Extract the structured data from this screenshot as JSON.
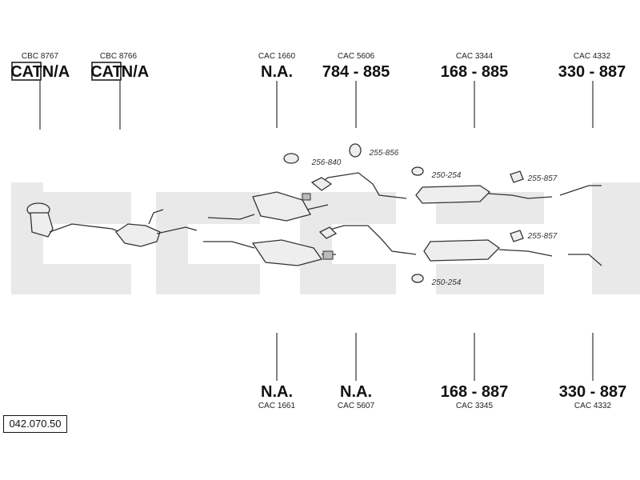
{
  "top_labels": [
    {
      "code": "CBC 8767",
      "value": "N/A",
      "badge": "CAT"
    },
    {
      "code": "CBC 8766",
      "value": "N/A",
      "badge": "CAT"
    },
    {
      "code": "CAC 1660",
      "value": "N.A."
    },
    {
      "code": "CAC 5606",
      "value": "784 - 885"
    },
    {
      "code": "CAC 3344",
      "value": "168 - 885"
    },
    {
      "code": "CAC 4332",
      "value": "330 - 887"
    }
  ],
  "bottom_labels": [
    {
      "code": "CAC 1661",
      "value": "N.A."
    },
    {
      "code": "CAC 5607",
      "value": "N.A."
    },
    {
      "code": "CAC 3345",
      "value": "168 - 887"
    },
    {
      "code": "CAC 4332",
      "value": "330 - 887"
    }
  ],
  "part_refs": [
    "256-840",
    "255-856",
    "250-254",
    "255-857",
    "255-857",
    "250-254"
  ],
  "document_number": "042.070.50",
  "watermark_text": "bosal",
  "colors": {
    "ink": "#111111",
    "watermark": "#e9e9e9",
    "part_fill": "#eeeeee"
  }
}
